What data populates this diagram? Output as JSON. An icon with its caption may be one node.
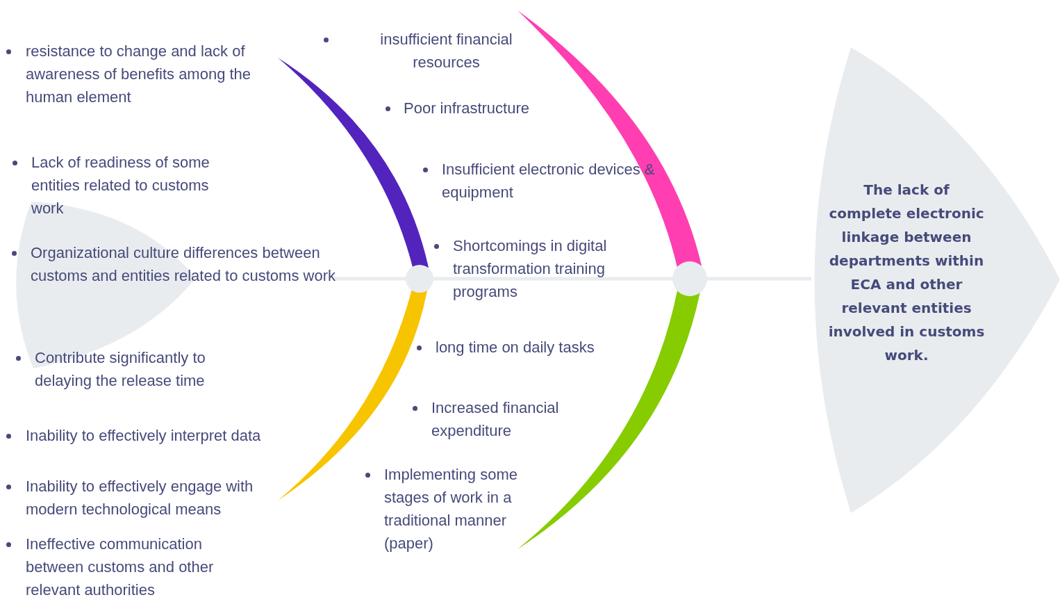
{
  "diagram": {
    "nodes": [
      {
        "text": [
          "The lack of complete electronic linkage between departments within ECA and other relevant entities involved in customs work."
        ]
      }
    ],
    "labels": [
      "resistance to change and lack of awareness of benefits among the human element",
      "insufficient financial resources",
      "Poor infrastructure",
      "Lack of readiness of some entities related to customs work",
      "Insufficient electronic devices & equipment",
      "Organizational culture differences between customs and entities related to customs work",
      "Shortcomings in digital transformation training programs",
      "long time on daily tasks",
      "Contribute significantly to delaying the release time",
      "Increased financial expenditure",
      "Inability to effectively interpret data",
      "Inability to effectively engage with modern technological means",
      "Implementing some stages of work in a traditional manner (paper)",
      "Ineffective communication between customs and other relevant authorities"
    ]
  }
}
